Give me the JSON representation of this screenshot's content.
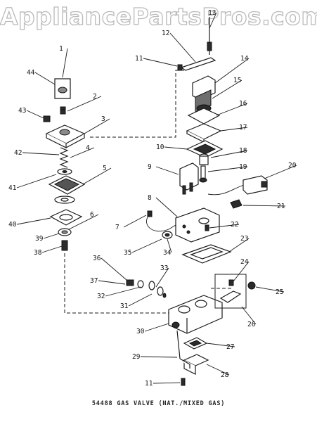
{
  "watermark": "AppliancePartsPros.com",
  "caption": "54488 GAS VALVE (NAT./MIXED GAS)",
  "callouts": [
    "1",
    "2",
    "3",
    "4",
    "5",
    "6",
    "7",
    "8",
    "9",
    "10",
    "11",
    "12",
    "13",
    "14",
    "15",
    "16",
    "17",
    "18",
    "19",
    "20",
    "21",
    "22",
    "23",
    "24",
    "25",
    "26",
    "27",
    "28",
    "29",
    "30",
    "31",
    "32",
    "33",
    "34",
    "35",
    "36",
    "37",
    "38",
    "39",
    "40",
    "41",
    "42",
    "43",
    "44",
    "11"
  ]
}
